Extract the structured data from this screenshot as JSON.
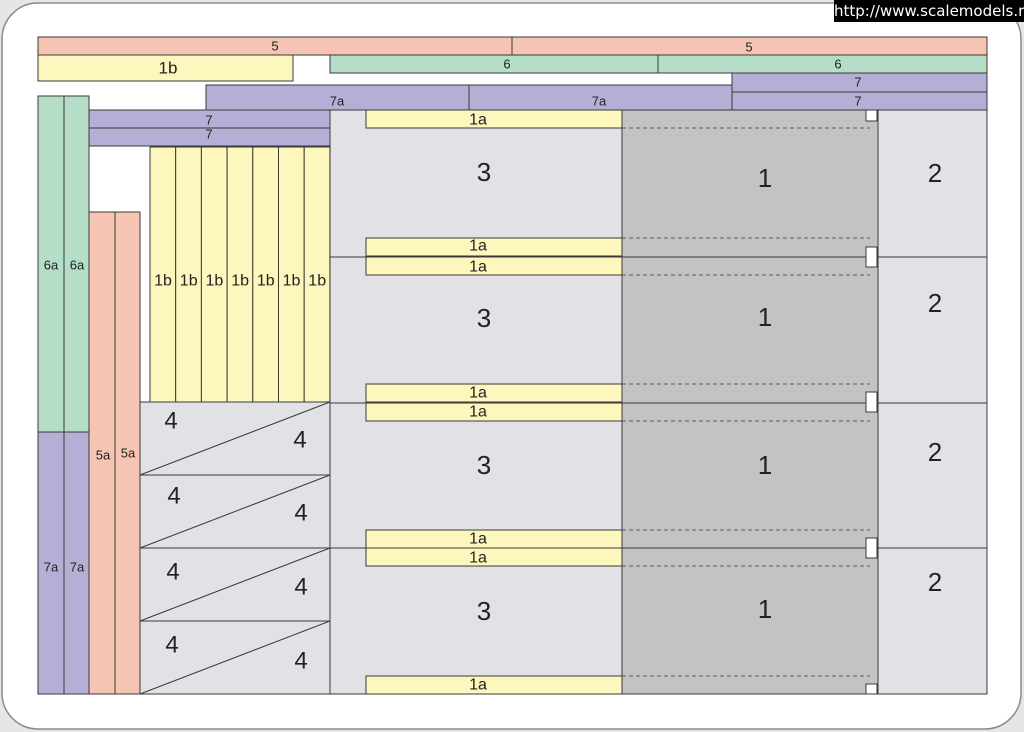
{
  "watermark": "http://www.scalemodels.ru",
  "colors": {
    "background": "#e6e6e6",
    "card": "#ffffff",
    "pink": "#f5c4b2",
    "yellow": "#fdf7bd",
    "green": "#b5dec9",
    "purple": "#b5afd6",
    "panel_light": "#e2e2e6",
    "panel_dark": "#c3c3c3",
    "outline": "#3a3a3a"
  },
  "labels": {
    "p5": "5",
    "p5a": "5a",
    "p6": "6",
    "p6a": "6a",
    "p7": "7",
    "p7a": "7a",
    "p1": "1",
    "p1a": "1a",
    "p1b": "1b",
    "p2": "2",
    "p3": "3",
    "p4": "4"
  }
}
